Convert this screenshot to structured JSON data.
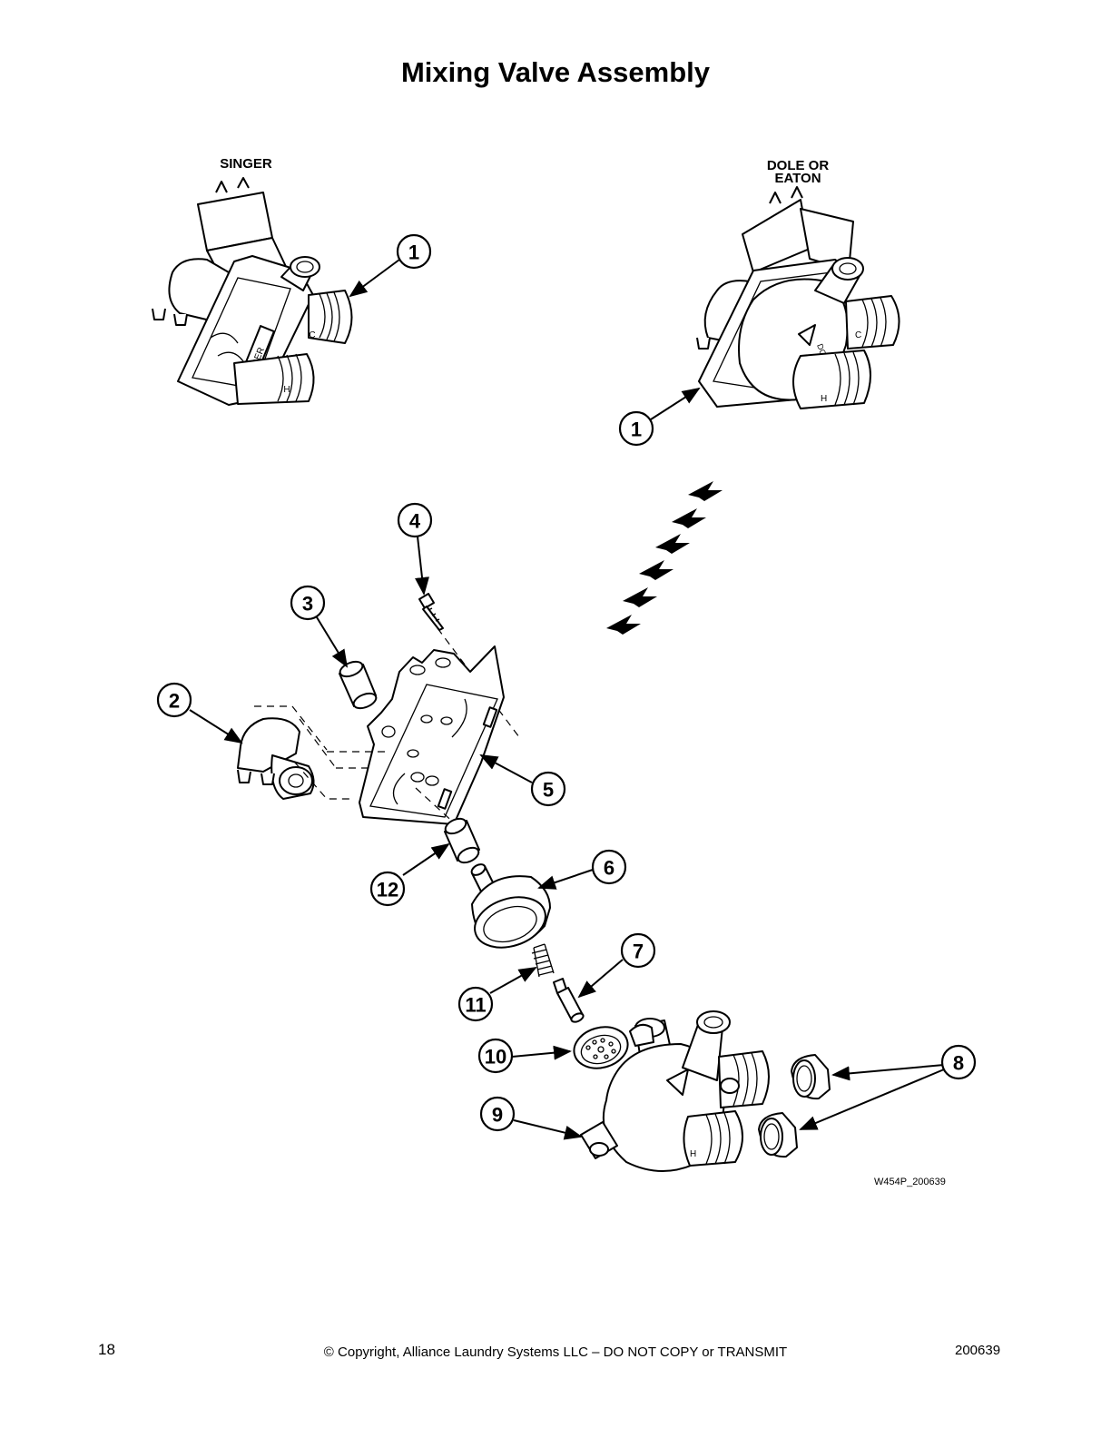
{
  "page": {
    "title": "Mixing Valve Assembly",
    "label_singer": "SINGER",
    "label_dole_line1": "DOLE OR",
    "label_dole_line2": "EATON",
    "drawing_code": "W454P_200639"
  },
  "callouts": [
    "1",
    "1",
    "2",
    "3",
    "4",
    "5",
    "6",
    "7",
    "8",
    "9",
    "10",
    "11",
    "12"
  ],
  "valve_markings": {
    "singer_brand": "SINGER",
    "cold": "C",
    "hot": "H",
    "dole_brand": "DOLE"
  },
  "footer": {
    "page_number": "18",
    "copyright": "© Copyright, Alliance Laundry Systems LLC – DO NOT COPY or TRANSMIT",
    "doc_number": "200639"
  }
}
